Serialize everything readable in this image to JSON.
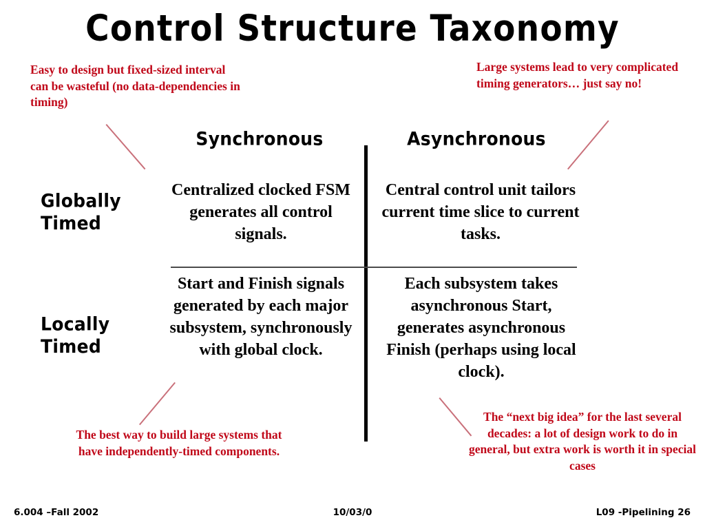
{
  "slide": {
    "title": "Control Structure Taxonomy",
    "background_color": "#ffffff",
    "accent_red": "#c00819",
    "leader_line_color": "#c9707a"
  },
  "matrix": {
    "column_headers": [
      {
        "key": "synchronous",
        "label": "Synchronous"
      },
      {
        "key": "asynchronous",
        "label": "Asynchronous"
      }
    ],
    "row_labels": [
      {
        "key": "globally_timed",
        "line1": "Globally",
        "line2": "Timed"
      },
      {
        "key": "locally_timed",
        "line1": "Locally",
        "line2": "Timed"
      }
    ],
    "cells": {
      "sync_global": "Centralized clocked FSM generates all control signals.",
      "async_global": "Central control unit tailors current time slice to current tasks.",
      "sync_local": "Start and Finish signals generated by each major subsystem, synchronously with global clock.",
      "async_local": "Each subsystem takes asynchronous Start, generates asynchronous Finish (perhaps using local clock)."
    }
  },
  "annotations": {
    "top_left": "Easy to design but fixed-sized interval can be wasteful (no data-dependencies in timing)",
    "top_right": "Large systems lead to very complicated timing generators… just say no!",
    "bottom_left": "The best way to build large systems that have independently-timed components.",
    "bottom_right": "The “next big idea” for the last several decades: a lot of design work to do in general, but extra work is worth it in special cases"
  },
  "footer": {
    "left": "6.004 –Fall 2002",
    "center": "10/03/0",
    "right": "L09 -Pipelining  26"
  }
}
